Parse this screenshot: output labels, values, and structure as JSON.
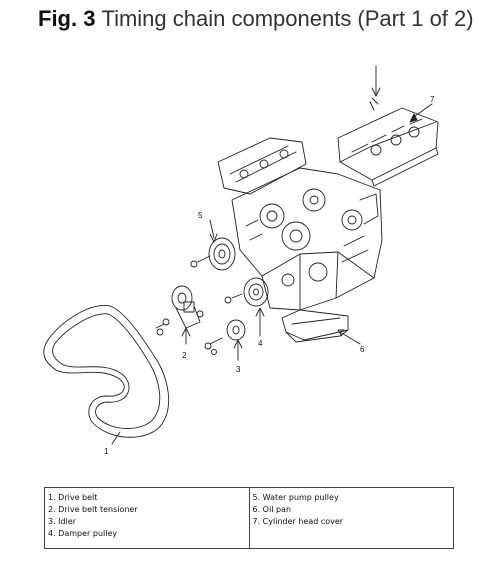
{
  "figure": {
    "number": "Fig. 3",
    "title": "Timing chain components (Part 1 of 2)"
  },
  "callouts": [
    "1",
    "2",
    "3",
    "4",
    "5",
    "6",
    "7"
  ],
  "legend": {
    "left": [
      "1. Drive belt",
      "2. Drive belt tensioner",
      "3. Idler",
      "4. Damper pulley"
    ],
    "right": [
      "5. Water pump pulley",
      "6. Oil pan",
      "7. Cylinder head cover"
    ]
  }
}
